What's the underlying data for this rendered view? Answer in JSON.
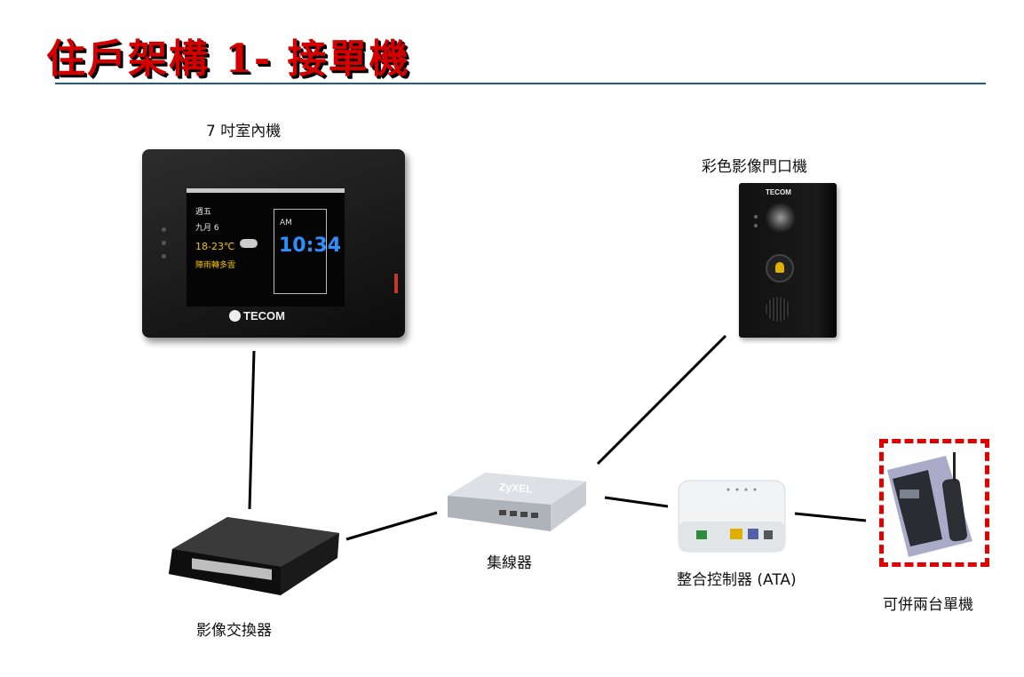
{
  "title": "住戶架構 1- 接單機",
  "devices": {
    "indoor_monitor": {
      "label": "7 吋室內機",
      "brand": "TECOM",
      "screen": {
        "day": "週五",
        "date": "九月 6",
        "temp": "18-23℃",
        "weather": "陣雨轉多雲",
        "ampm": "AM",
        "time": "10:34"
      }
    },
    "door_phone": {
      "label": "彩色影像門口機",
      "brand": "TECOM"
    },
    "video_switch": {
      "label": "影像交換器"
    },
    "hub": {
      "label": "集線器",
      "brand": "ZyXEL"
    },
    "ata": {
      "label": "整合控制器 (ATA)"
    },
    "phones": {
      "label": "可併兩台單機"
    }
  },
  "colors": {
    "title": "#d40000",
    "rule": "#1f5a8a",
    "clock": "#2f8fff",
    "highlight_border": "#e00000"
  }
}
